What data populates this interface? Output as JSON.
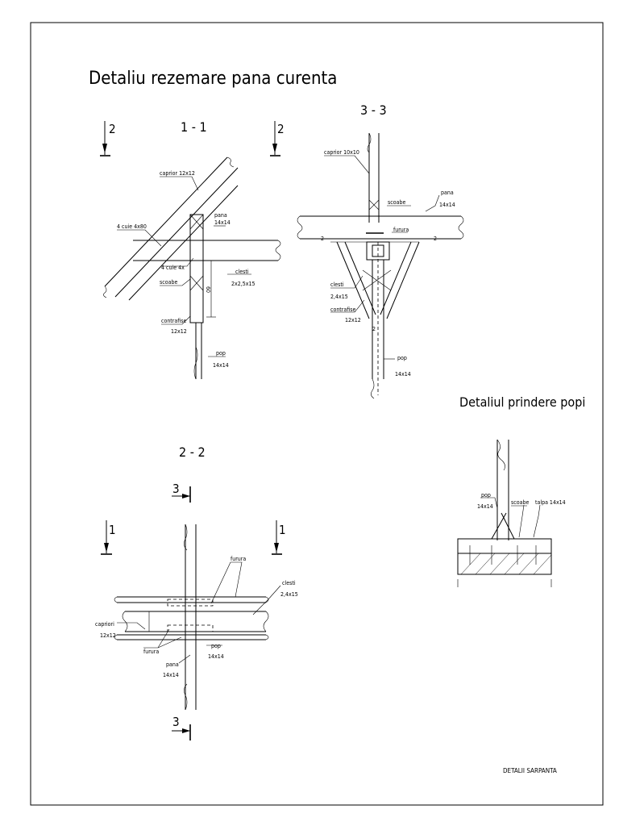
{
  "title": "Detaliu rezemare pana curenta",
  "footer": "DETALII SARPANTA",
  "section_1_1": {
    "title": "1 - 1",
    "marker_left": "2",
    "marker_right": "2",
    "labels": {
      "caprior": "caprior 12x12",
      "cuie_top": "4 cuie 4x80",
      "pana": "pana",
      "pana_size": "14x14",
      "cuie_bottom": "4 cuie 4x",
      "scoabe": "scoabe",
      "clesti": "clesti",
      "clesti_size": "2x2,5x15",
      "dim_60": "60",
      "contrafise": "contrafise",
      "contrafise_size": "12x12",
      "pop": "pop",
      "pop_size": "14x14"
    }
  },
  "section_3_3": {
    "title": "3 - 3",
    "marker": "2",
    "labels": {
      "caprior": "caprior 10x10",
      "scoabe": "scoabe",
      "pana": "pana",
      "pana_size": "14x14",
      "furura": "furura",
      "clesti": "clesti",
      "clesti_size": "2,4x15",
      "contrafise": "contrafise",
      "contrafise_size": "12x12",
      "pop": "pop",
      "pop_size": "14x14"
    }
  },
  "section_2_2": {
    "title": "2 - 2",
    "marker_3": "3",
    "marker_1": "1",
    "labels": {
      "furura": "furura",
      "clesti": "clesti",
      "clesti_size": "2,4x15",
      "capriori": "capriori",
      "capriori_size": "12x12",
      "pop": "pop",
      "pop_size": "14x14",
      "pana": "pana",
      "pana_size": "14x14"
    }
  },
  "detail_popi": {
    "title": "Detaliul prindere popi",
    "labels": {
      "pop": "pop",
      "pop_size": "14x14",
      "scoabe": "scoabe",
      "talpa": "talpa 14x14"
    }
  }
}
